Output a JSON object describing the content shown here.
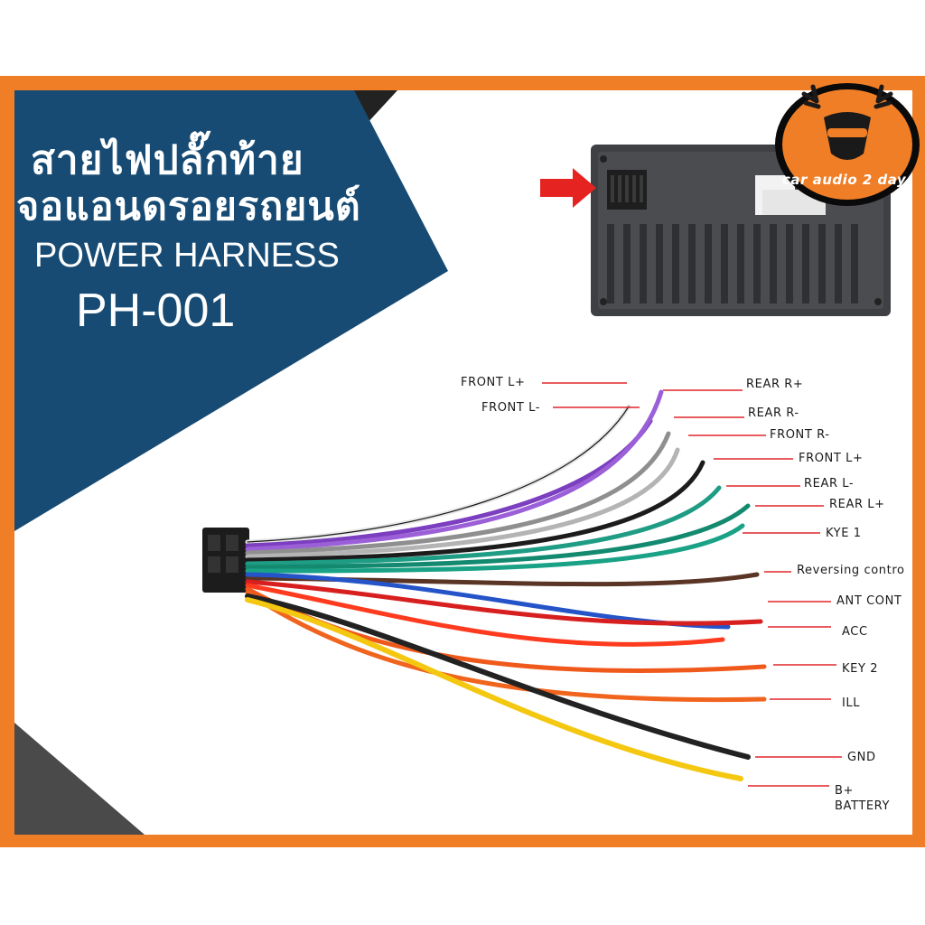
{
  "title": {
    "thai_line_1": "สายไฟปลั๊กท้าย",
    "thai_line_2": "จอแอนดรอยรถยนต์",
    "english": "POWER HARNESS",
    "model": "PH-001"
  },
  "brand": {
    "logo_text": "car audio 2 day",
    "logo_icon": "deer-head-icon"
  },
  "colors": {
    "frame": "#f07e26",
    "title_panel": "#174b73",
    "unit_body": "#3e4044",
    "arrow": "#e52421"
  },
  "wire_labels": [
    "FRONT L+",
    "FRONT L-",
    "REAR R+",
    "REAR R-",
    "FRONT R-",
    "FRONT L+",
    "REAR L-",
    "REAR L+",
    "KYE 1",
    "Reversing contro",
    "ANT CONT",
    "ACC",
    "KEY 2",
    "ILL",
    "GND",
    "B+",
    "BATTERY"
  ]
}
